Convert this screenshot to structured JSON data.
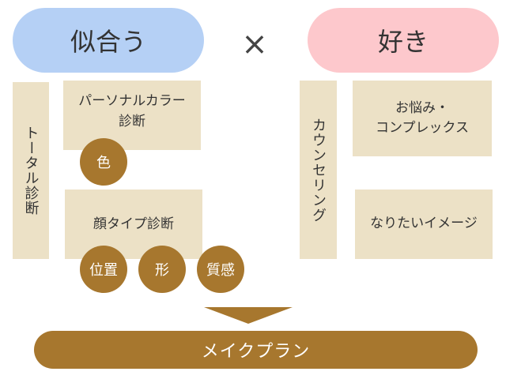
{
  "left_header": "似合う",
  "times_symbol": "×",
  "right_header": "好き",
  "total_diagnosis": "トータル診断",
  "personal_color": {
    "line1": "パーソナルカラー",
    "line2": "診断"
  },
  "color_badge": "色",
  "face_type": "顔タイプ診断",
  "badges": [
    "位置",
    "形",
    "質感"
  ],
  "counseling": "カウンセリング",
  "worries": {
    "line1": "お悩み・",
    "line2": "コンプレックス"
  },
  "aspiration": "なりたいイメージ",
  "make_plan": "メイクプラン",
  "colors": {
    "blue": "#b5d0f5",
    "pink": "#fdc8cc",
    "beige": "#ece1c6",
    "brown": "#a7772e"
  }
}
